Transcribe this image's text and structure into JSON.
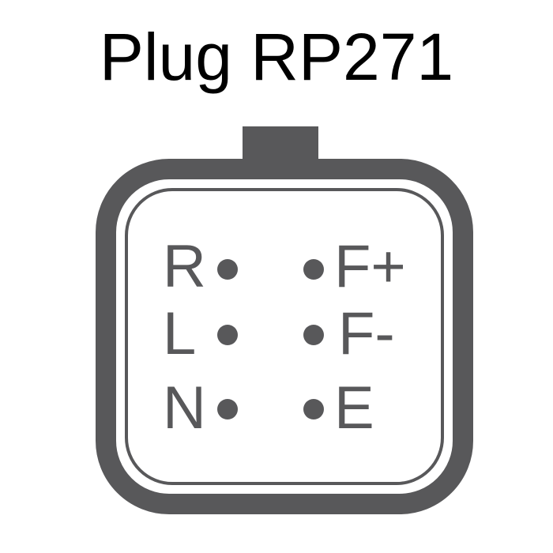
{
  "title": "Plug RP271",
  "colors": {
    "connector": "#58585a",
    "title": "#000000",
    "background": "#ffffff"
  },
  "pins": {
    "left": [
      "R",
      "L",
      "N"
    ],
    "right": [
      "F+",
      "F-",
      "E"
    ]
  }
}
